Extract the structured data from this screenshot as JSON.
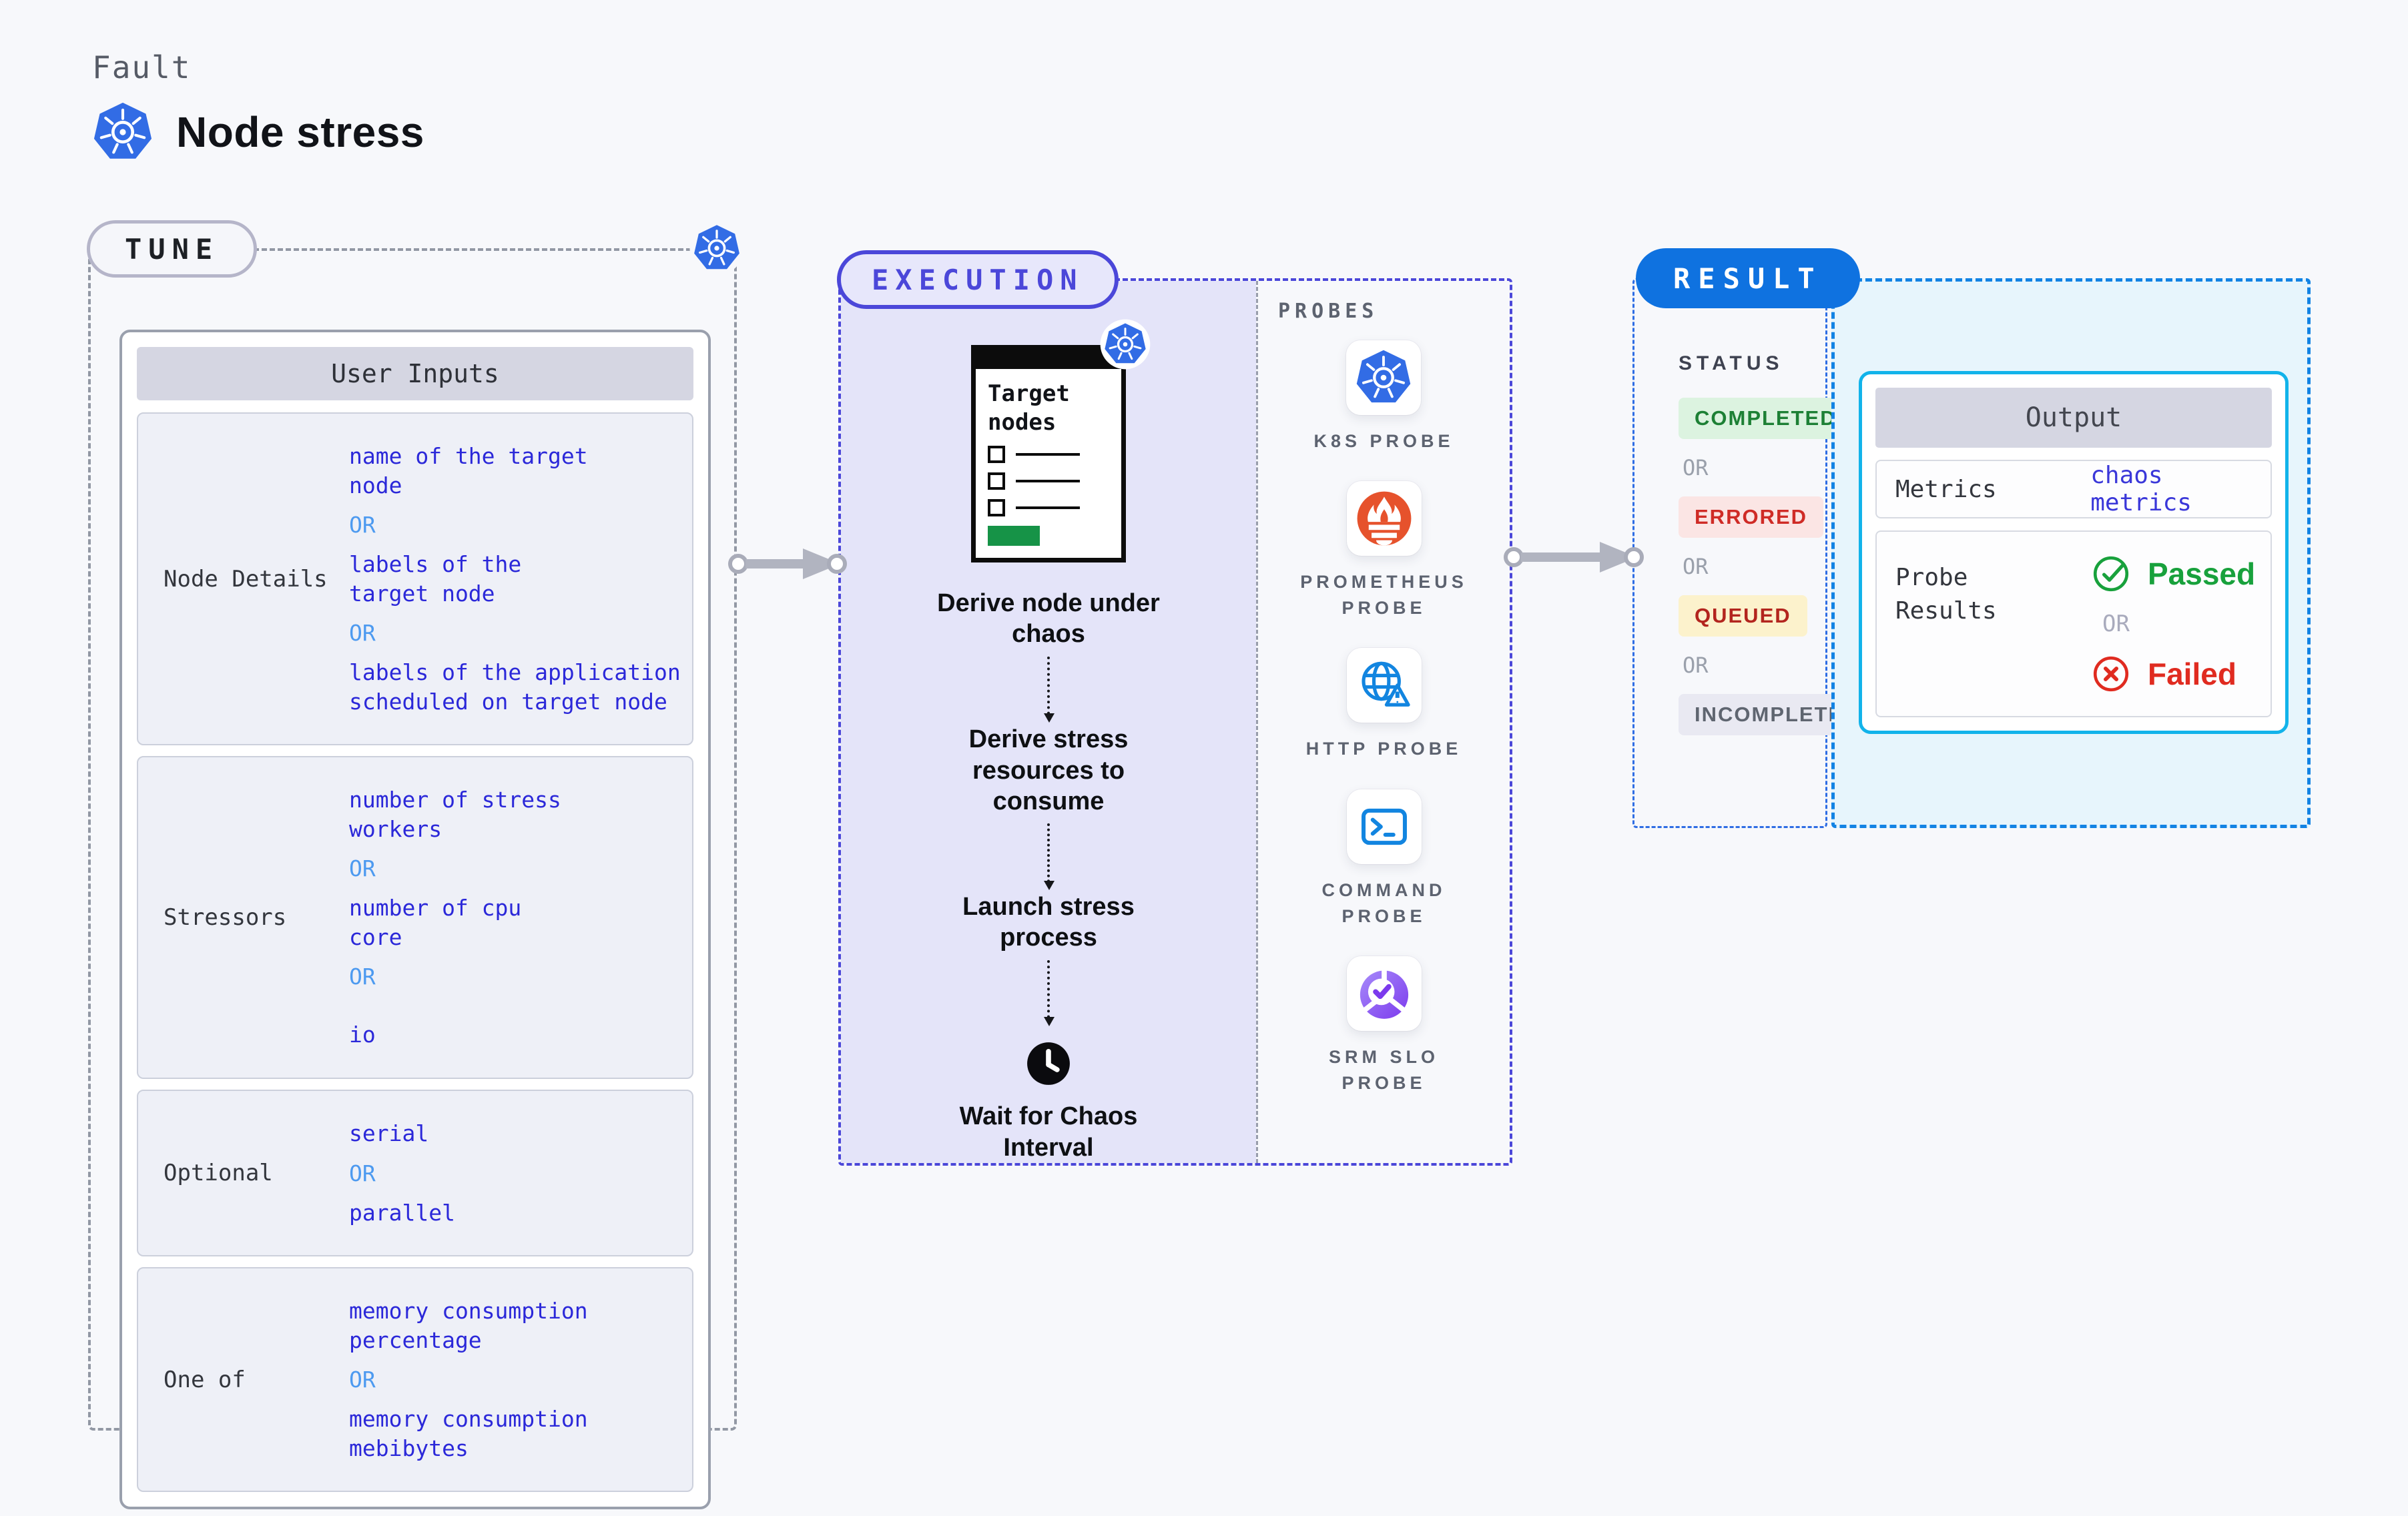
{
  "header": {
    "kicker": "Fault",
    "title": "Node stress",
    "title_icon": "kubernetes-icon"
  },
  "or_label": "OR",
  "tune": {
    "label": "TUNE",
    "corner_icon": "kubernetes-icon",
    "table_header": "User Inputs",
    "rows": [
      {
        "label": "Node Details",
        "items": [
          {
            "type": "value",
            "text": "name of the target\nnode"
          },
          {
            "type": "or",
            "text": "OR"
          },
          {
            "type": "value",
            "text": "labels of the\ntarget node"
          },
          {
            "type": "or",
            "text": "OR"
          },
          {
            "type": "value",
            "text": "labels of the application\n scheduled on target node"
          }
        ]
      },
      {
        "label": "Stressors",
        "items": [
          {
            "type": "value",
            "text": "number of stress\nworkers"
          },
          {
            "type": "or",
            "text": "OR"
          },
          {
            "type": "value",
            "text": "number of cpu\ncore"
          },
          {
            "type": "or",
            "text": "OR"
          },
          {
            "type": "value",
            "text": "io"
          }
        ]
      },
      {
        "label": "Optional",
        "items": [
          {
            "type": "value",
            "text": "serial"
          },
          {
            "type": "or",
            "text": "OR"
          },
          {
            "type": "value",
            "text": "parallel"
          }
        ]
      },
      {
        "label": "One of",
        "items": [
          {
            "type": "value",
            "text": "memory consumption\npercentage"
          },
          {
            "type": "or",
            "text": "OR"
          },
          {
            "type": "value",
            "text": "memory consumption\nmebibytes"
          }
        ]
      }
    ]
  },
  "execution": {
    "label": "EXECUTION",
    "clipboard_title": "Target\nnodes",
    "clipboard_icon": "kubernetes-icon",
    "steps": [
      "Derive node under chaos",
      "Derive stress resources to consume",
      "Launch stress process",
      "Wait for Chaos Interval"
    ],
    "wait_icon": "clock-icon"
  },
  "probes": {
    "label": "PROBES",
    "items": [
      {
        "label": "K8S PROBE",
        "icon": "kubernetes-icon"
      },
      {
        "label": "PROMETHEUS PROBE",
        "icon": "prometheus-icon"
      },
      {
        "label": "HTTP PROBE",
        "icon": "http-globe-icon"
      },
      {
        "label": "COMMAND PROBE",
        "icon": "terminal-icon"
      },
      {
        "label": "SRM SLO PROBE",
        "icon": "slo-donut-icon"
      }
    ]
  },
  "result": {
    "label": "RESULT",
    "status_label": "STATUS",
    "statuses": [
      {
        "text": "COMPLETED",
        "kind": "completed"
      },
      {
        "text": "ERRORED",
        "kind": "errored"
      },
      {
        "text": "QUEUED",
        "kind": "queued"
      },
      {
        "text": "INCOMPLETED",
        "kind": "incompleted"
      }
    ],
    "output": {
      "header": "Output",
      "metrics_label": "Metrics",
      "metrics_value": "chaos metrics",
      "probe_results_label": "Probe\nResults",
      "passed_label": "Passed",
      "failed_label": "Failed",
      "passed_icon": "check-circle-icon",
      "failed_icon": "x-circle-icon"
    }
  },
  "colors": {
    "page_bg": "#f7f8fb",
    "ink": "#111318",
    "gray_text": "#5d6370",
    "soft_gray": "#9aa0ab",
    "value_blue": "#2b28d9",
    "or_blue": "#4d9af0",
    "indigo": "#4b47d9",
    "lavender": "#e4e4f9",
    "k8s_blue": "#326ce5",
    "result_blue": "#0f72e0",
    "status_dash": "#2e6de4",
    "output_dash": "#1283e4",
    "output_bg": "#e7f5fc",
    "card_border": "#12b3ea",
    "bar_bg": "#d5d6e2",
    "row_bg": "#eef0f7",
    "green": "#18a13c",
    "green_bg": "#dcf3e0",
    "red": "#e02b20",
    "red_bg": "#fbe5e4",
    "queued_text": "#b3251e",
    "queued_bg": "#fcf2cc",
    "inc_text": "#5f6570",
    "inc_bg": "#e9e9f2",
    "arrow_gray": "#b1b4c0",
    "tune_dash": "#9298a4",
    "clip_green": "#169347",
    "http_blue": "#1285e0",
    "prom_orange": "#e6522c",
    "slo_purple": "#7c3aed"
  }
}
